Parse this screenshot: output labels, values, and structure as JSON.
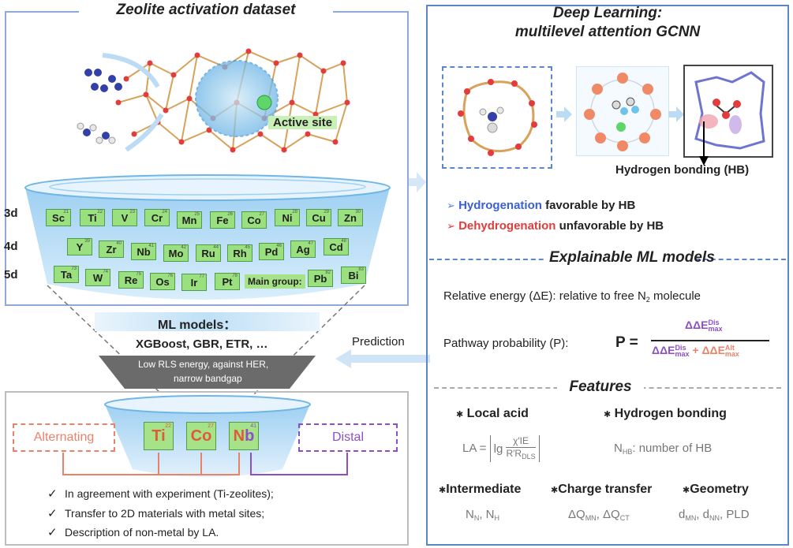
{
  "left_panel": {
    "title": "Zeolite activation dataset",
    "active_site_label": "Active site",
    "rows": [
      {
        "label": "3d",
        "elements": [
          {
            "symbol": "Sc",
            "num": "21"
          },
          {
            "symbol": "Ti",
            "num": "22"
          },
          {
            "symbol": "V",
            "num": "23"
          },
          {
            "symbol": "Cr",
            "num": "24"
          },
          {
            "symbol": "Mn",
            "num": "25"
          },
          {
            "symbol": "Fe",
            "num": "26"
          },
          {
            "symbol": "Co",
            "num": "27"
          },
          {
            "symbol": "Ni",
            "num": "28"
          },
          {
            "symbol": "Cu",
            "num": "29"
          },
          {
            "symbol": "Zn",
            "num": "30"
          }
        ]
      },
      {
        "label": "4d",
        "elements": [
          {
            "symbol": "Y",
            "num": "39"
          },
          {
            "symbol": "Zr",
            "num": "40"
          },
          {
            "symbol": "Nb",
            "num": "41"
          },
          {
            "symbol": "Mo",
            "num": "42"
          },
          {
            "symbol": "Ru",
            "num": "44"
          },
          {
            "symbol": "Rh",
            "num": "45"
          },
          {
            "symbol": "Pd",
            "num": "46"
          },
          {
            "symbol": "Ag",
            "num": "47"
          },
          {
            "symbol": "Cd",
            "num": "48"
          }
        ]
      },
      {
        "label": "5d",
        "elements": [
          {
            "symbol": "Ta",
            "num": "73"
          },
          {
            "symbol": "W",
            "num": "74"
          },
          {
            "symbol": "Re",
            "num": "75"
          },
          {
            "symbol": "Os",
            "num": "76"
          },
          {
            "symbol": "Ir",
            "num": "77"
          },
          {
            "symbol": "Pt",
            "num": "78"
          }
        ]
      }
    ],
    "main_group_label": "Main group:",
    "main_group": [
      {
        "symbol": "Pb",
        "num": "82"
      },
      {
        "symbol": "Bi",
        "num": "83"
      }
    ]
  },
  "funnel": {
    "ml_title": "ML models：",
    "ml_list": "XGBoost, GBR, ETR, …",
    "criteria_line1": "Low RLS energy, against HER,",
    "criteria_line2": "narrow bandgap",
    "prediction_label": "Prediction"
  },
  "bottom": {
    "alternating": "Alternating",
    "distal": "Distal",
    "candidates": [
      {
        "symbol": "Ti",
        "num": "22"
      },
      {
        "symbol": "Co",
        "num": "27"
      },
      {
        "symbol": "N",
        "symbol2": "b",
        "num": "41"
      }
    ],
    "check": "✓",
    "bullets": [
      "In agreement with experiment (Ti-zeolites);",
      "Transfer to 2D materials with metal sites;",
      "Description of non-metal by LA."
    ]
  },
  "dl_panel": {
    "title_line1": "Deep Learning:",
    "title_line2": "multilevel attention GCNN",
    "hb_label": "Hydrogen bonding (HB)",
    "arrow_glyph": "➢",
    "hydro_word": "Hydrogenation",
    "hydro_rest": "favorable by HB",
    "dehydro_word": "Dehydrogenation",
    "dehydro_rest": "unfavorable by HB"
  },
  "explain_panel": {
    "title": "Explainable ML models",
    "rel_energy_text": "Relative energy (ΔE): relative to free N",
    "rel_energy_sub": "2",
    "rel_energy_end": " molecule",
    "pathway_label": "Pathway probability (P):",
    "p_eq": "P =",
    "dde": "ΔΔE",
    "sup_dis": "Dis",
    "sup_alt": "Alt",
    "sub_max": "max",
    "plus": "+",
    "features_title": "Features",
    "star": "✱",
    "local_acid": "Local acid",
    "la_eq": "LA =",
    "la_lg": "lg",
    "la_num": "χ′IE",
    "la_den": "R′R",
    "la_den_sub": "DLS",
    "hydrogen_bonding": "Hydrogen bonding",
    "nhb_main": "N",
    "nhb_sub": "HB",
    "nhb_rest": ": number of HB",
    "intermediate": "Intermediate",
    "inter_val": "N",
    "inter_sub1": "N",
    "inter_sep": ", N",
    "inter_sub2": "H",
    "charge_transfer": "Charge transfer",
    "ct_d": "ΔQ",
    "ct_sub1": "MN",
    "ct_sep": ", ΔQ",
    "ct_sub2": "CT",
    "geometry": "Geometry",
    "geo_d": "d",
    "geo_sub1": "MN",
    "geo_sep": ", d",
    "geo_sub2": "NN",
    "geo_end": ", PLD"
  }
}
